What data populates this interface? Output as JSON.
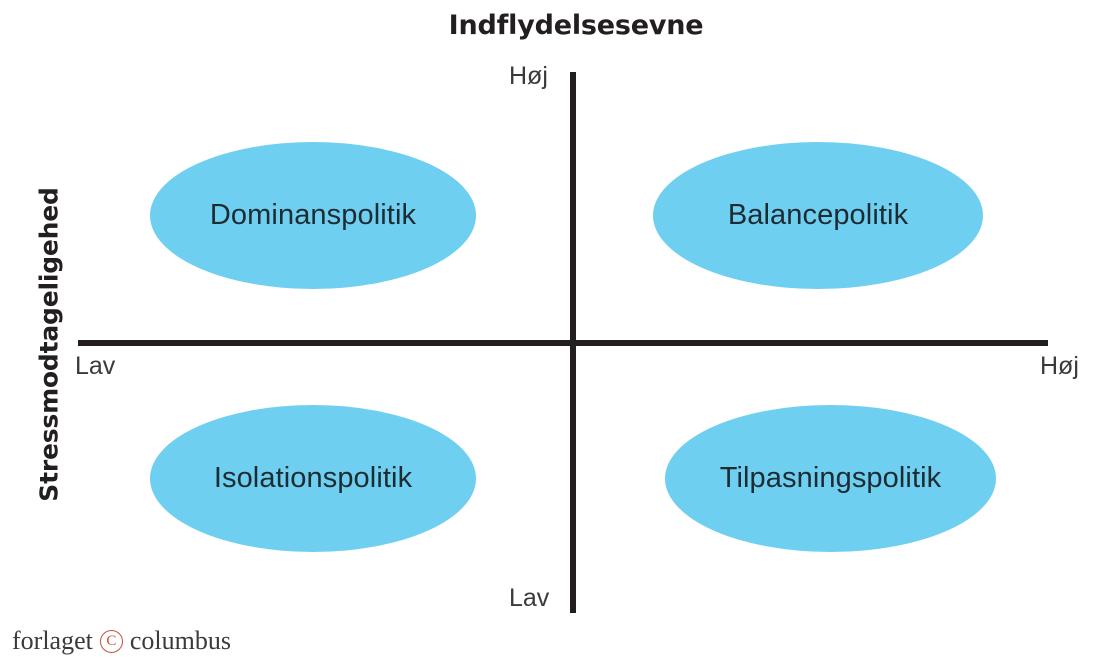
{
  "chart_data": {
    "type": "scatter",
    "title": "Indflydelsesevne",
    "xlabel": "Indflydelsesevne",
    "ylabel": "Stressmodtageligehed",
    "x_axis": {
      "low": "Lav",
      "high": "Høj"
    },
    "y_axis": {
      "low": "Lav",
      "high": "Høj"
    },
    "grid": false,
    "legend": "none",
    "quadrants": [
      {
        "id": "top-left",
        "label": "Dominanspolitik",
        "x": "Lav",
        "y": "Høj",
        "color": "#6ecff0"
      },
      {
        "id": "top-right",
        "label": "Balancepolitik",
        "x": "Høj",
        "y": "Høj",
        "color": "#6ecff0"
      },
      {
        "id": "bottom-left",
        "label": "Isolationspolitik",
        "x": "Lav",
        "y": "Lav",
        "color": "#6ecff0"
      },
      {
        "id": "bottom-right",
        "label": "Tilpasningspolitik",
        "x": "Høj",
        "y": "Lav",
        "color": "#6ecff0"
      }
    ]
  },
  "diagram": {
    "title": "Indflydelsesevne",
    "y_axis_title": "Stressmodtageligehed",
    "axis_labels": {
      "vertical_top": "Høj",
      "vertical_bottom": "Lav",
      "horizontal_left": "Lav",
      "horizontal_right": "Høj"
    },
    "bubbles": {
      "top_left": "Dominanspolitik",
      "top_right": "Balancepolitik",
      "bottom_left": "Isolationspolitik",
      "bottom_right": "Tilpasningspolitik"
    }
  },
  "footer": {
    "word_left": "forlaget",
    "copyright_mark": "C",
    "word_right": "columbus"
  },
  "colors": {
    "bubble_fill": "#6ecff0",
    "axis": "#231f20",
    "text_dark": "#231f20",
    "logo_accent": "#c1543f"
  }
}
